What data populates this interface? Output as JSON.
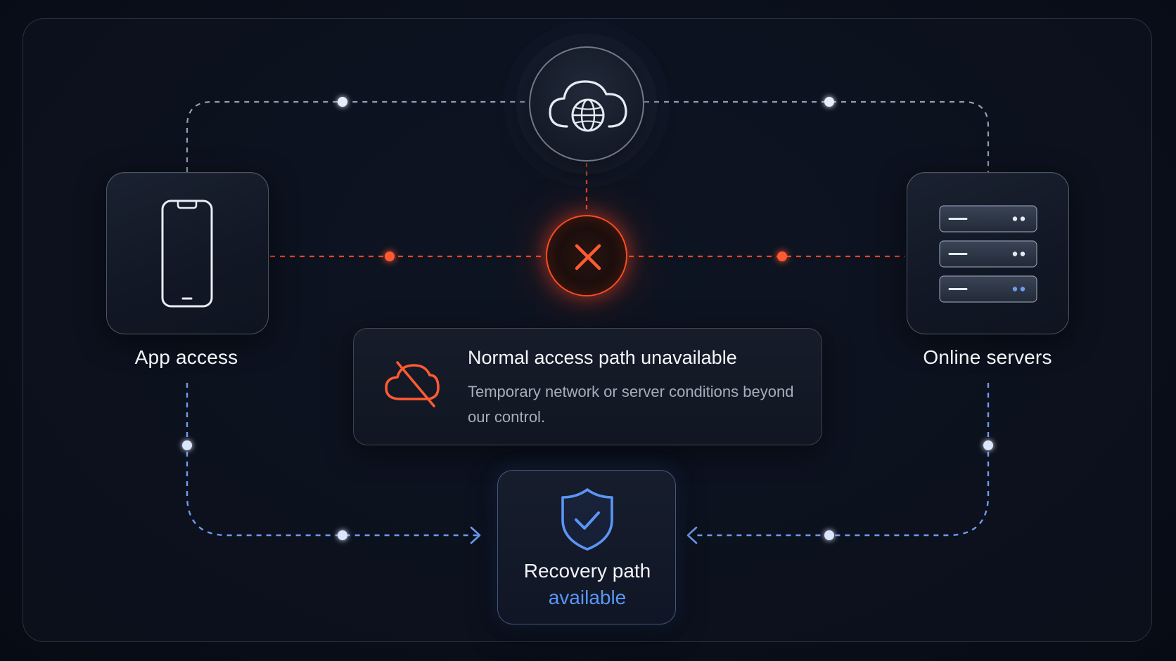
{
  "nodes": {
    "app": {
      "label": "App access",
      "icon": "smartphone-icon"
    },
    "servers": {
      "label": "Online servers",
      "icon": "server-rack-icon"
    },
    "cloud": {
      "icon": "cloud-globe-icon"
    },
    "error": {
      "icon": "close-x-icon"
    }
  },
  "notice": {
    "icon": "cloud-off-icon",
    "title": "Normal access path unavailable",
    "body": "Temporary network or server conditions beyond our control."
  },
  "recovery": {
    "icon": "shield-check-icon",
    "title": "Recovery path",
    "status": "available"
  },
  "colors": {
    "background": "#070b14",
    "error_accent": "#ff4b26",
    "recovery_accent": "#5b95f5",
    "connector_blue": "#6f9bf0",
    "connector_gray": "#a9b7d0"
  }
}
